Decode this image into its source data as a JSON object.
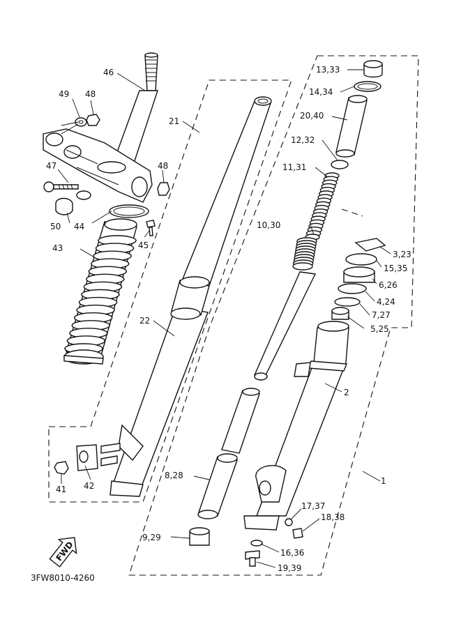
{
  "diagram_code": "3FW8010-4260",
  "fwd_label": "FWD",
  "callouts": {
    "p46": "46",
    "p49": "49",
    "p48a": "48",
    "p47": "47",
    "p48b": "48",
    "p50": "50",
    "p44": "44",
    "p45": "45",
    "p43": "43",
    "p21": "21",
    "p22": "22",
    "p41": "41",
    "p42": "42",
    "p13_33": "13,33",
    "p14_34": "14,34",
    "p20_40": "20,40",
    "p12_32": "12,32",
    "p11_31": "11,31",
    "p10_30": "10,30",
    "p3_23": "3,23",
    "p15_35": "15,35",
    "p6_26": "6,26",
    "p4_24": "4,24",
    "p7_27": "7,27",
    "p5_25": "5,25",
    "p2": "2",
    "p1": "1",
    "p8_28": "8,28",
    "p9_29": "9,29",
    "p17_37": "17,37",
    "p18_38": "18,38",
    "p16_36": "16,36",
    "p19_39": "19,39"
  }
}
